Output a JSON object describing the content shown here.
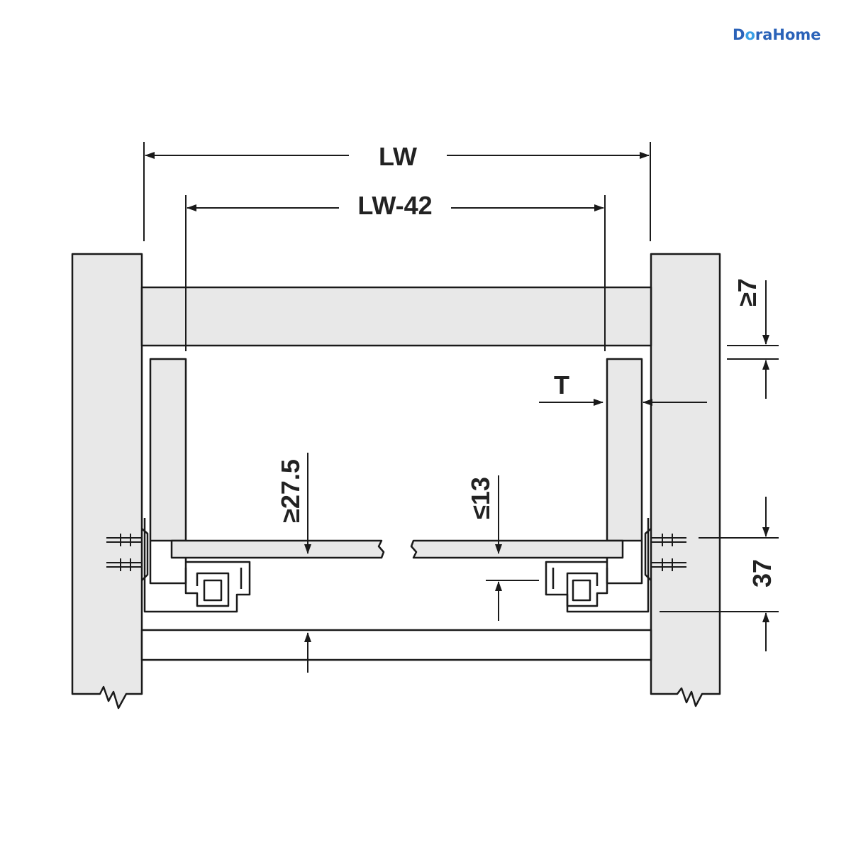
{
  "logo": {
    "text_a": "D",
    "text_b": "o",
    "text_c": "raHome",
    "color": "#2a62b8",
    "accent": "#3aa0e6"
  },
  "dimensions": {
    "lw": "LW",
    "lw_42": "LW-42",
    "min_7": "≥7",
    "t": "T",
    "min_27_5": "≥27.5",
    "max_13": "≤13",
    "d37": "37"
  },
  "colors": {
    "stroke": "#1a1a1a",
    "panel_fill": "#e8e8e8",
    "background": "#ffffff"
  }
}
